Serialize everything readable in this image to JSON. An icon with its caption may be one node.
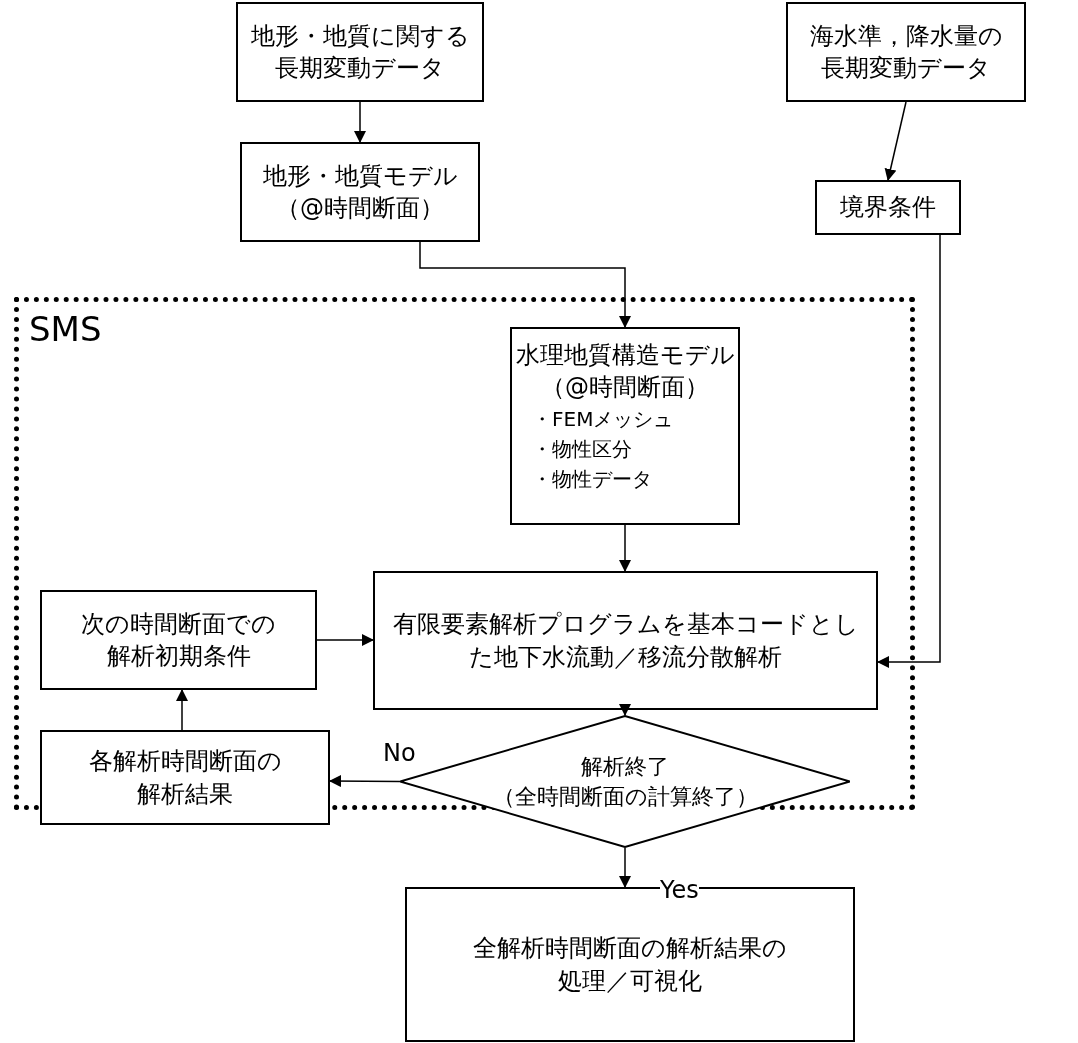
{
  "diagram": {
    "nodes": [
      {
        "text": [
          "地形・地質に関する長期変動データ"
        ]
      },
      {
        "text": [
          "海水準，降水量の長期変動データ"
        ]
      },
      {
        "text": [
          "地形・地質モデル（@時間断面）"
        ]
      },
      {
        "text": [
          "境界条件"
        ]
      },
      {
        "text": [
          "SMS"
        ]
      },
      {
        "text": [
          "水理地質構造モデル",
          "（@時間断面）",
          "・FEMメッシュ",
          "・物性区分",
          "・物性データ"
        ],
        "in": 4
      },
      {
        "text": [
          "有限要素解析プログラムを基本コードとした地下水流動／移流分散解析"
        ],
        "in": 4
      },
      {
        "text": [
          "次の時間断面での解析初期条件"
        ],
        "in": 4
      },
      {
        "text": [
          "解析終了（全時間断面の計算終了）"
        ]
      },
      {
        "text": [
          "各解析時間断面の解析結果"
        ],
        "in": 4
      },
      {
        "text": [
          "全解析時間断面の解析結果の処理／可視化"
        ]
      }
    ],
    "edges": [
      {
        "from": 0,
        "to": 2,
        "arrow": "to"
      },
      {
        "from": 1,
        "to": 3,
        "arrow": "to"
      },
      {
        "from": 2,
        "to": 5,
        "arrow": "to"
      },
      {
        "from": 5,
        "to": 6,
        "arrow": "to"
      },
      {
        "from": 3,
        "to": 6,
        "arrow": "to"
      },
      {
        "from": 7,
        "to": 6,
        "arrow": "to"
      },
      {
        "from": 6,
        "to": 8,
        "arrow": "to"
      },
      {
        "from": 8,
        "to": 9,
        "arrow": "to",
        "label": "No"
      },
      {
        "from": 9,
        "to": 7,
        "arrow": "to"
      },
      {
        "from": 8,
        "to": 10,
        "arrow": "to",
        "label": "Yes"
      }
    ]
  }
}
